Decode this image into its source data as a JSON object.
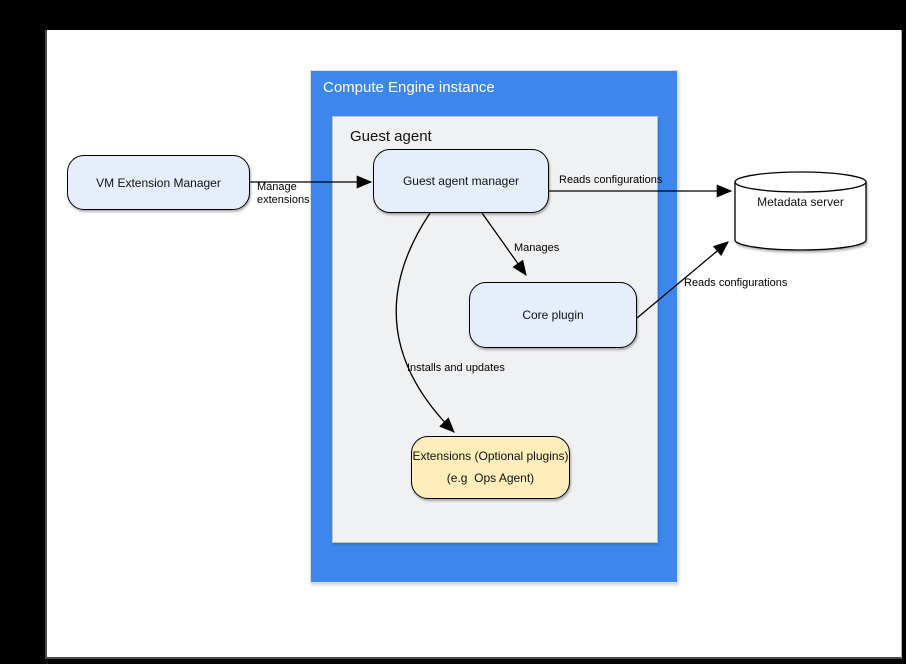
{
  "window": {
    "background": "#000000",
    "canvas_background": "#ffffff"
  },
  "diagram": {
    "compute_engine": {
      "title": "Compute Engine instance",
      "fill": "#3d87ec",
      "title_color": "#ffffff"
    },
    "guest_agent": {
      "title": "Guest agent",
      "fill": "#f0f1f3"
    },
    "nodes": {
      "vm_extension_manager": {
        "label": "VM Extension Manager",
        "fill": "#e7eefb",
        "shape": "rounded-rect"
      },
      "guest_agent_manager": {
        "label": "Guest agent manager",
        "fill": "#e7eefb",
        "shape": "rounded-rect"
      },
      "core_plugin": {
        "label": "Core plugin",
        "fill": "#e7eefb",
        "shape": "rounded-rect"
      },
      "extensions": {
        "label": "Extensions (Optional plugins)\n(e.g  Ops Agent)",
        "fill": "#ffedbc",
        "shape": "rounded-rect"
      },
      "metadata_server": {
        "label": "Metadata server",
        "fill": "#ffffff",
        "shape": "cylinder"
      }
    },
    "edges": {
      "manage_extensions": {
        "label": "Manage\nextensions",
        "from": "vm_extension_manager",
        "to": "guest_agent_manager"
      },
      "reads_configurations_manager": {
        "label": "Reads configurations",
        "from": "guest_agent_manager",
        "to": "metadata_server"
      },
      "manages": {
        "label": "Manages",
        "from": "guest_agent_manager",
        "to": "core_plugin"
      },
      "installs_and_updates": {
        "label": "Installs and updates",
        "from": "guest_agent_manager",
        "to": "extensions"
      },
      "reads_configurations_core_plugin": {
        "label": "Reads configurations",
        "from": "core_plugin",
        "to": "metadata_server"
      }
    }
  }
}
